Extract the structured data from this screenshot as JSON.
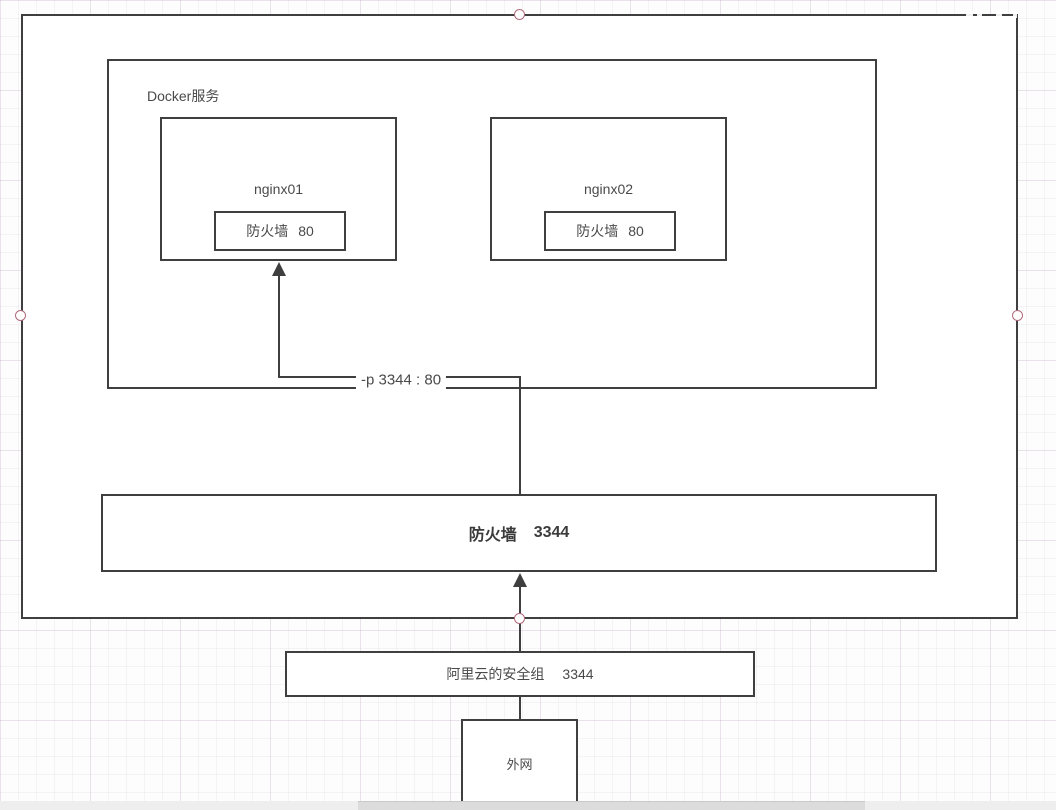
{
  "diagram": {
    "docker_group": {
      "label": "Docker服务"
    },
    "containers": [
      {
        "name": "nginx01",
        "firewall": {
          "label": "防火墙",
          "port": "80"
        }
      },
      {
        "name": "nginx02",
        "firewall": {
          "label": "防火墙",
          "port": "80"
        }
      }
    ],
    "port_mapping": {
      "label": "-p 3344 : 80"
    },
    "host_firewall": {
      "label": "防火墙",
      "port": "3344"
    },
    "security_group": {
      "label": "阿里云的安全组",
      "port": "3344"
    },
    "extranet": {
      "label": "外网"
    }
  },
  "colors": {
    "shape_border": "#3f3f3f",
    "connector": "#3f3f3f",
    "text": "#4a4a4a",
    "handle_stroke": "#b06b7d",
    "grid_line": "#efe7ec",
    "scrollbar_track": "#eeeeee",
    "scrollbar_thumb": "#dcdcdc"
  }
}
